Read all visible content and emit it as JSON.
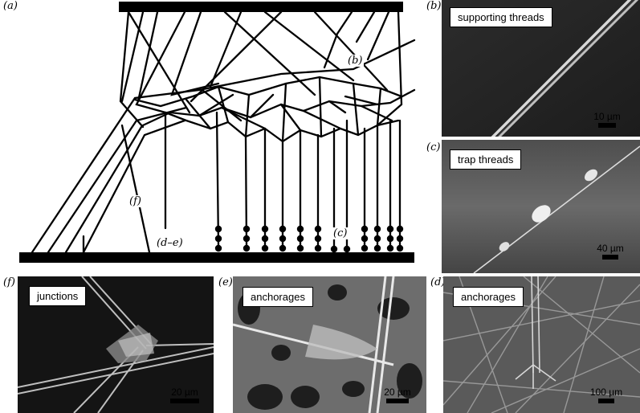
{
  "panels": {
    "a": {
      "letter": "(a)",
      "labels": {
        "b": "(b)",
        "f": "(f)",
        "de": "(d–e)",
        "c": "(c)"
      }
    },
    "b": {
      "letter": "(b)",
      "label": "supporting threads",
      "scale": "10 µm"
    },
    "c": {
      "letter": "(c)",
      "label": "trap threads",
      "scale": "40 µm"
    },
    "f": {
      "letter": "(f)",
      "label": "junctions",
      "scale": "20 µm"
    },
    "e": {
      "letter": "(e)",
      "label": "anchorages",
      "scale": "20 µm"
    },
    "d": {
      "letter": "(d)",
      "label": "anchorages",
      "scale": "100 µm"
    }
  },
  "colors": {
    "ink": "#000000",
    "paper": "#ffffff"
  }
}
